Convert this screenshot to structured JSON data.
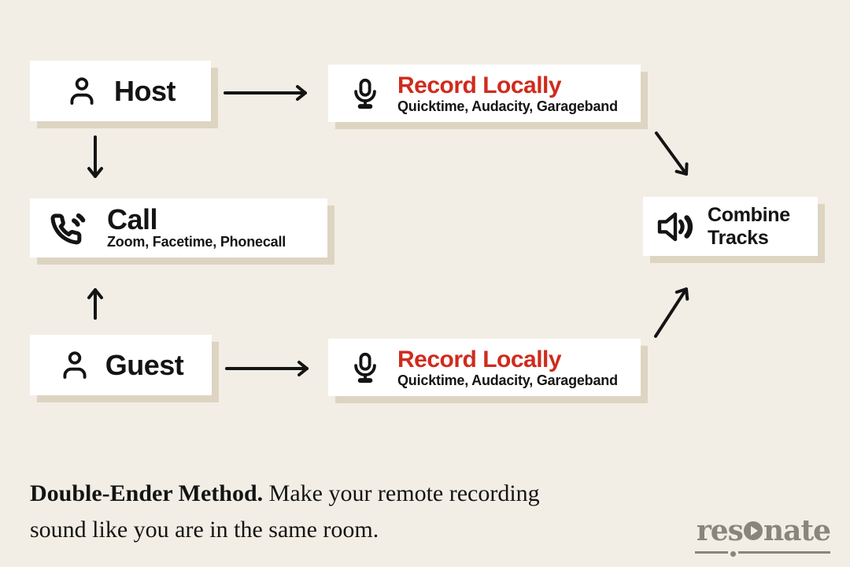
{
  "colors": {
    "background": "#f2eee5",
    "box_fill": "#ffffff",
    "box_shadow": "#ddd4c2",
    "accent_red": "#d02b1d",
    "ink": "#141414",
    "logo_gray": "#8a857b"
  },
  "nodes": {
    "host": {
      "label": "Host",
      "icon": "person-icon"
    },
    "record_top": {
      "title": "Record Locally",
      "subtitle": "Quicktime, Audacity, Garageband",
      "icon": "microphone-icon"
    },
    "call": {
      "title": "Call",
      "subtitle": "Zoom, Facetime, Phonecall",
      "icon": "phone-icon"
    },
    "guest": {
      "label": "Guest",
      "icon": "person-icon"
    },
    "record_bottom": {
      "title": "Record Locally",
      "subtitle": "Quicktime, Audacity, Garageband",
      "icon": "microphone-icon"
    },
    "combine": {
      "title": "Combine Tracks",
      "icon": "speaker-icon"
    }
  },
  "caption": {
    "lead": "Double-Ender Method.",
    "line1_rest": " Make your remote recording",
    "line2": "sound like you are in the same room."
  },
  "logo": {
    "part1": "res",
    "part2": "nate"
  }
}
